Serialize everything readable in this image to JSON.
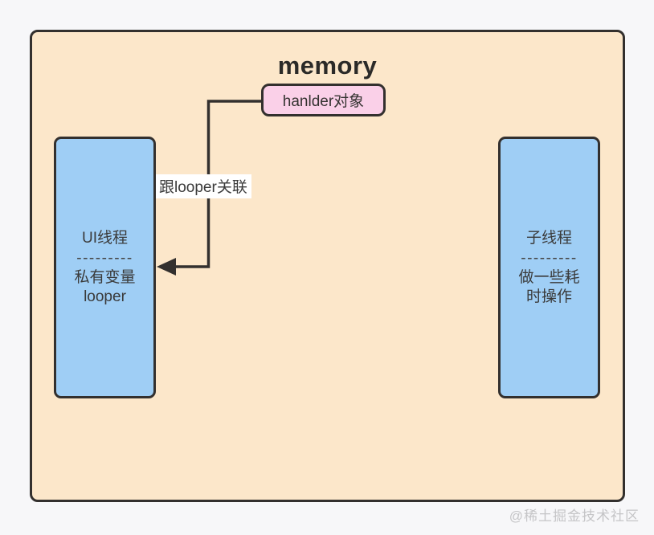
{
  "colors": {
    "page-bg": "#f7f7f9",
    "container-fill": "#fce7ca",
    "container-border": "#33302e",
    "thread-fill": "#9fcef5",
    "handler-fill": "#fad0e8",
    "line-color": "#33302e",
    "text-color": "#3f3f3f",
    "title-color": "#2b2a28",
    "watermark-color": "#c5c5c7"
  },
  "diagram": {
    "title": "memory",
    "handler_node": {
      "label": "hanlder对象"
    },
    "ui_thread_node": {
      "lines": [
        "UI线程",
        "---------",
        "私有变量",
        "looper"
      ]
    },
    "child_thread_node": {
      "lines": [
        "子线程",
        "---------",
        "做一些耗",
        "时操作"
      ]
    },
    "arrow_label": "跟looper关联"
  },
  "watermark": "@稀土掘金技术社区"
}
